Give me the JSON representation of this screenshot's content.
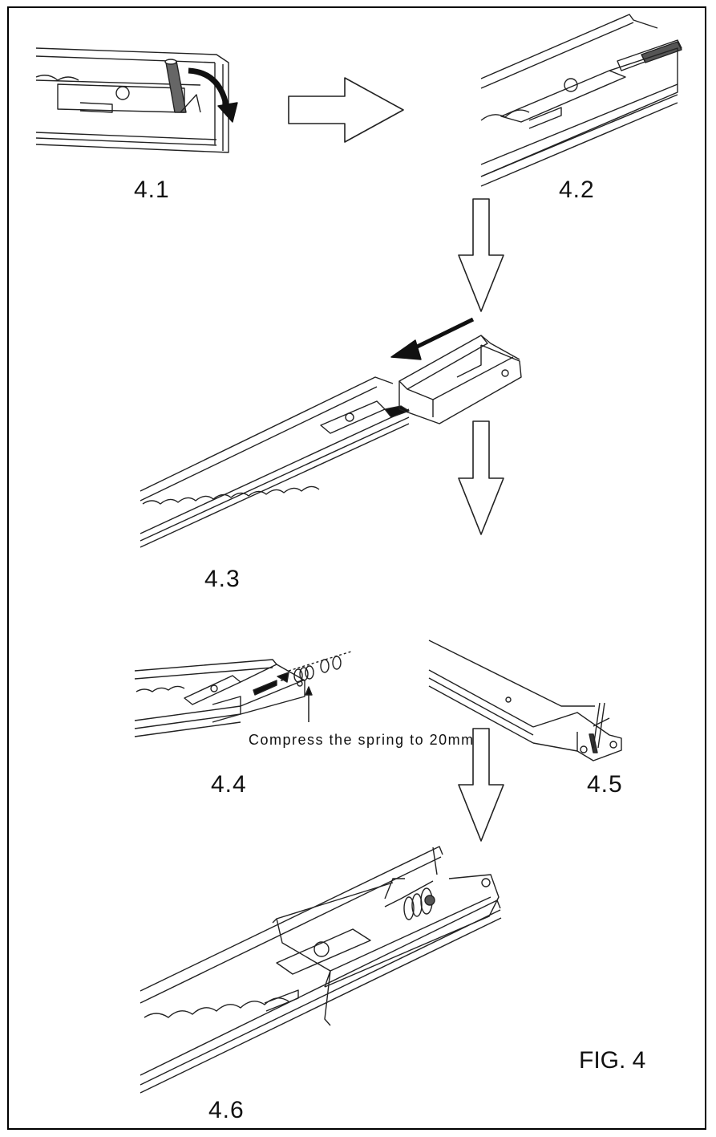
{
  "steps": {
    "s41": "4.1",
    "s42": "4.2",
    "s43": "4.3",
    "s44": "4.4",
    "s45": "4.5",
    "s46": "4.6"
  },
  "note": "Compress the spring to 20mm",
  "figure_label": "FIG. 4",
  "colors": {
    "line": "#222222",
    "paper": "#ffffff"
  },
  "icons": [
    "arrow-right-icon",
    "arrow-down-icon",
    "curved-rotate-arrow-icon",
    "insert-arrow-icon"
  ]
}
